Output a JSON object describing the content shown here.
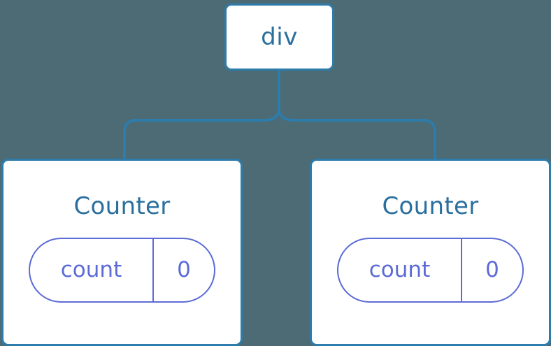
{
  "canvas": {
    "background_color": "#4c6b74",
    "node_border_color": "#2d7cab",
    "node_text_color": "#2a6f9e",
    "state_color": "#5c6bd6",
    "connector_color": "#2d7cab"
  },
  "tree": {
    "root": {
      "label": "div"
    },
    "children": [
      {
        "title": "Counter",
        "state": {
          "key": "count",
          "value": "0"
        }
      },
      {
        "title": "Counter",
        "state": {
          "key": "count",
          "value": "0"
        }
      }
    ]
  }
}
